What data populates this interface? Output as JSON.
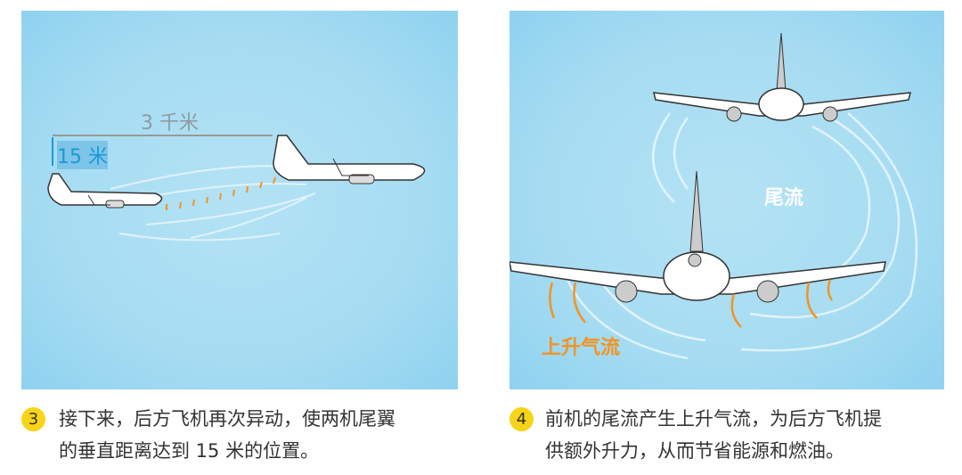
{
  "panel3": {
    "distance_label": "3 千米",
    "height_label": "15 米",
    "step_number": "3",
    "caption_line1": "接下来，后方飞机再次异动，使两机尾翼",
    "caption_line2": "的垂直距离达到 15 米的位置。"
  },
  "panel4": {
    "wake_label": "尾流",
    "upwash_label": "上升气流",
    "step_number": "4",
    "caption_line1": "前机的尾流产生上升气流，为后方飞机提",
    "caption_line2": "供额外升力，从而节省能源和燃油。"
  },
  "colors": {
    "sky": "#a8ddf3",
    "accent_orange": "#f39323",
    "badge": "#f7d417",
    "label_blue": "#1a9ad6"
  }
}
